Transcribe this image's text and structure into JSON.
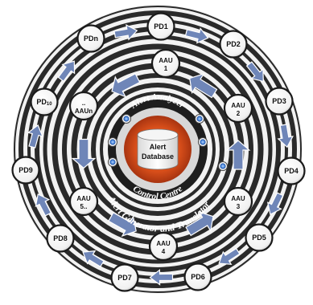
{
  "diagram": {
    "outer_nodes": [
      "PD1",
      "PD2",
      "PD3",
      "PD4",
      "PD5",
      "PD6",
      "PD7",
      "PD8",
      "PD9",
      "PD10",
      "PDn"
    ],
    "inner_nodes": [
      {
        "line1": "AAU",
        "line2": "1"
      },
      {
        "line1": "AAU",
        "line2": "2"
      },
      {
        "line1": "AAU",
        "line2": "3"
      },
      {
        "line1": "AAU",
        "line2": "4"
      },
      {
        "line1": "AAU",
        "line2": "5.."
      },
      {
        "line1": "..",
        "line2": "AAUn"
      }
    ],
    "center": {
      "database_line1": "Alert",
      "database_line2": "Database",
      "top_arc_label": "Alert Analyzer",
      "bottom_arc_label": "Control Centre",
      "outer_arc_label": "Alert Generator and Translator"
    },
    "colors": {
      "center_orange": "#e0531c",
      "ring_dark": "#2a2a2a",
      "ring_light": "#f2f2f2",
      "arrow_fill": "#6f86b8",
      "node_fill": "#ffffff"
    }
  }
}
